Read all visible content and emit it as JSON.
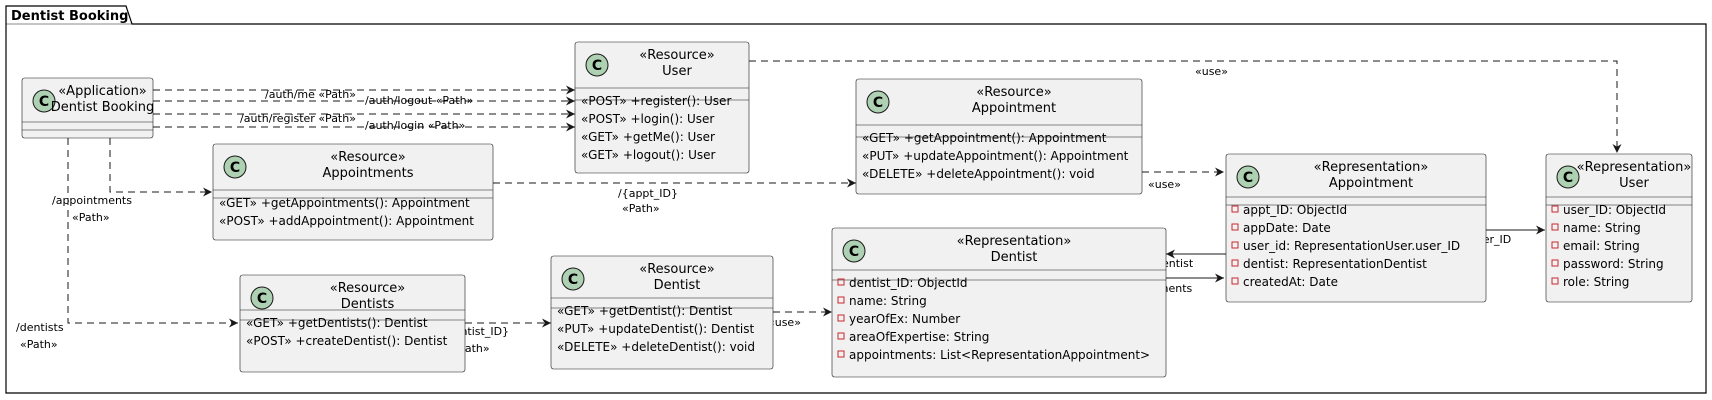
{
  "package": {
    "title": "Dentist Booking"
  },
  "classes": {
    "app": {
      "stereotype": "«Application»",
      "name": "Dentist Booking",
      "icon": "C",
      "members": []
    },
    "userRes": {
      "stereotype": "«Resource»",
      "name": "User",
      "icon": "C",
      "members": [
        "«POST» +register(): User",
        "«POST» +login(): User",
        "«GET» +getMe(): User",
        "«GET» +logout(): User"
      ]
    },
    "apptsRes": {
      "stereotype": "«Resource»",
      "name": "Appointments",
      "icon": "C",
      "members": [
        "«GET» +getAppointments(): Appointment",
        "«POST» +addAppointment(): Appointment"
      ]
    },
    "apptRes": {
      "stereotype": "«Resource»",
      "name": "Appointment",
      "icon": "C",
      "members": [
        "«GET» +getAppointment(): Appointment",
        "«PUT» +updateAppointment(): Appointment",
        "«DELETE» +deleteAppointment(): void"
      ]
    },
    "dentistsRes": {
      "stereotype": "«Resource»",
      "name": "Dentists",
      "icon": "C",
      "members": [
        "«GET» +getDentists(): Dentist",
        "«POST» +createDentist(): Dentist"
      ]
    },
    "dentistRes": {
      "stereotype": "«Resource»",
      "name": "Dentist",
      "icon": "C",
      "members": [
        "«GET» +getDentist(): Dentist",
        "«PUT» +updateDentist(): Dentist",
        "«DELETE» +deleteDentist(): void"
      ]
    },
    "dentistRep": {
      "stereotype": "«Representation»",
      "name": "Dentist",
      "icon": "C",
      "members": [
        "dentist_ID: ObjectId",
        "name: String",
        "yearOfEx: Number",
        "areaOfExpertise: String",
        "appointments: List<RepresentationAppointment>"
      ]
    },
    "apptRep": {
      "stereotype": "«Representation»",
      "name": "Appointment",
      "icon": "C",
      "members": [
        "appt_ID: ObjectId",
        "appDate: Date",
        "user_id: RepresentationUser.user_ID",
        "dentist: RepresentationDentist",
        "createdAt: Date"
      ]
    },
    "userRep": {
      "stereotype": "«Representation»",
      "name": "User",
      "icon": "C",
      "members": [
        "user_ID: ObjectId",
        "name: String",
        "email: String",
        "password: String",
        "role: String"
      ]
    }
  },
  "edges": {
    "authMe": "/auth/me «Path»",
    "authLogout": "/auth/logout «Path»",
    "authRegister": "/auth/register «Path»",
    "authLogin": "/auth/login «Path»",
    "appointmentsPath": [
      "/appointments",
      "«Path»"
    ],
    "dentistsPath": [
      "/dentists",
      "«Path»"
    ],
    "apptIdPath": [
      "/{appt_ID}",
      "«Path»"
    ],
    "dentistIdPath": [
      "/{dentist_ID}",
      "«Path»"
    ],
    "useUserRep": "«use»",
    "useApptRep": "«use»",
    "useDentistRep": "«use»",
    "dentistLink": "dentist",
    "appointmentsLink": "appointments",
    "userIdLink": "user_ID"
  },
  "colors": {
    "circle": "#add1b2",
    "box": "#f1f1f1",
    "line": "#181818",
    "attributeIcon": "#c82930"
  }
}
